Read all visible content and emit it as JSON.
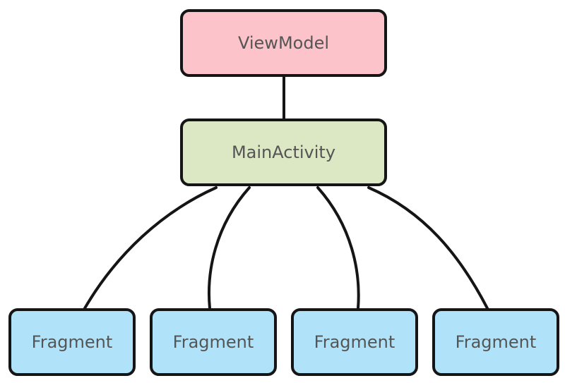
{
  "diagram": {
    "nodes": {
      "viewmodel": {
        "label": "ViewModel",
        "fill": "#fdc3cb"
      },
      "mainactivity": {
        "label": "MainActivity",
        "fill": "#dbe8c3"
      },
      "fragments": [
        {
          "label": "Fragment",
          "fill": "#b0e3f9"
        },
        {
          "label": "Fragment",
          "fill": "#b0e3f9"
        },
        {
          "label": "Fragment",
          "fill": "#b0e3f9"
        },
        {
          "label": "Fragment",
          "fill": "#b0e3f9"
        }
      ]
    },
    "edges": [
      {
        "from": "viewmodel",
        "to": "mainactivity"
      },
      {
        "from": "mainactivity",
        "to": "fragment-1"
      },
      {
        "from": "mainactivity",
        "to": "fragment-2"
      },
      {
        "from": "mainactivity",
        "to": "fragment-3"
      },
      {
        "from": "mainactivity",
        "to": "fragment-4"
      }
    ],
    "edge_color": "#151515",
    "border_color": "#151515",
    "text_color": "#555555"
  }
}
